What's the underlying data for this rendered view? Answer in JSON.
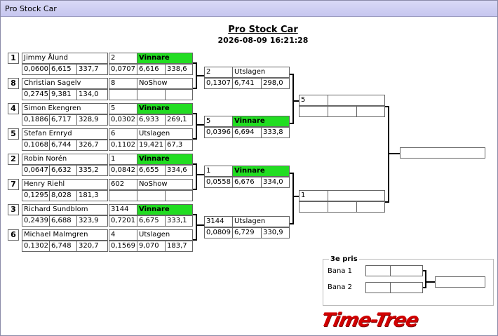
{
  "window": {
    "title": "Pro Stock Car"
  },
  "header": {
    "title": "Pro Stock Car",
    "datetime": "2026-08-09 16:21:28"
  },
  "round1": [
    {
      "seed": "1",
      "name": "Jimmy Ålund",
      "r1": "0,0600",
      "r2": "6,615",
      "r3": "337,7",
      "lane": "2",
      "status": "Vinnare",
      "s1": "0,0707",
      "s2": "6,616",
      "s3": "338,6"
    },
    {
      "seed": "8",
      "name": "Christian Sagelv",
      "r1": "0,2745",
      "r2": "9,381",
      "r3": "134,0",
      "lane": "8",
      "status": "NoShow",
      "s1": "",
      "s2": "",
      "s3": ""
    },
    {
      "seed": "4",
      "name": "Simon Ekengren",
      "r1": "0,1886",
      "r2": "6,717",
      "r3": "328,9",
      "lane": "5",
      "status": "Vinnare",
      "s1": "0,0302",
      "s2": "6,933",
      "s3": "269,1"
    },
    {
      "seed": "5",
      "name": "Stefan Ernryd",
      "r1": "0,1068",
      "r2": "6,744",
      "r3": "326,7",
      "lane": "6",
      "status": "Utslagen",
      "s1": "0,1102",
      "s2": "19,421",
      "s3": "67,3"
    },
    {
      "seed": "2",
      "name": "Robin  Norén",
      "r1": "0,0647",
      "r2": "6,632",
      "r3": "335,2",
      "lane": "1",
      "status": "Vinnare",
      "s1": "0,0842",
      "s2": "6,655",
      "s3": "334,6"
    },
    {
      "seed": "7",
      "name": "Henry Riehl",
      "r1": "0,1295",
      "r2": "8,028",
      "r3": "181,3",
      "lane": "602",
      "status": "NoShow",
      "s1": "",
      "s2": "",
      "s3": ""
    },
    {
      "seed": "3",
      "name": "Richard  Sundblom",
      "r1": "0,2439",
      "r2": "6,688",
      "r3": "323,9",
      "lane": "3144",
      "status": "Vinnare",
      "s1": "0,7201",
      "s2": "6,675",
      "s3": "333,1"
    },
    {
      "seed": "6",
      "name": "Michael Malmgren",
      "r1": "0,1302",
      "r2": "6,748",
      "r3": "320,7",
      "lane": "4",
      "status": "Utslagen",
      "s1": "0,1569",
      "s2": "9,070",
      "s3": "183,7"
    }
  ],
  "round2": [
    {
      "lane": "2",
      "status": "Utslagen",
      "s1": "0,1307",
      "s2": "6,741",
      "s3": "298,0"
    },
    {
      "lane": "5",
      "status": "Vinnare",
      "s1": "0,0396",
      "s2": "6,694",
      "s3": "333,8"
    },
    {
      "lane": "1",
      "status": "Vinnare",
      "s1": "0,0558",
      "s2": "6,676",
      "s3": "334,0"
    },
    {
      "lane": "3144",
      "status": "Utslagen",
      "s1": "0,0809",
      "s2": "6,729",
      "s3": "330,9"
    }
  ],
  "round3": [
    {
      "lane": "5"
    },
    {
      "lane": "1"
    }
  ],
  "final": {
    "value": ""
  },
  "third_prize": {
    "title": "3e pris",
    "lane1_label": "Bana 1",
    "lane2_label": "Bana 2"
  },
  "brand": {
    "logo": "Time-Tree",
    "color": "#d10000"
  },
  "colors": {
    "winner": "#22dd22"
  }
}
